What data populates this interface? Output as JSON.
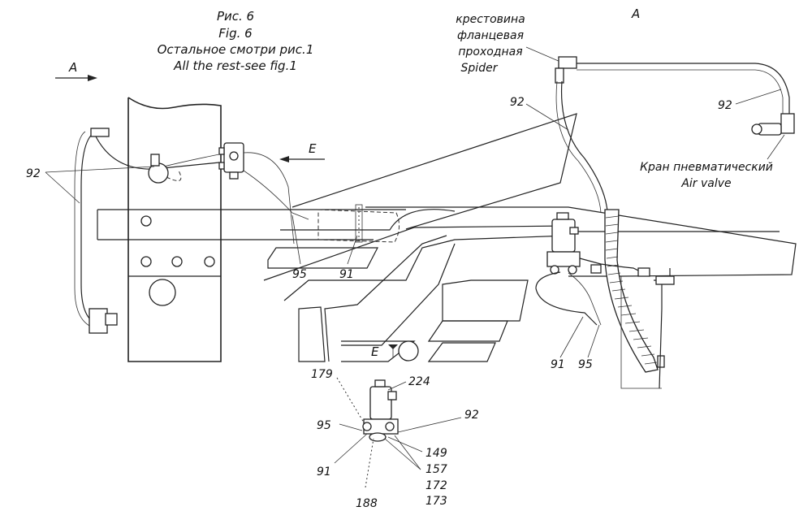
{
  "figure": {
    "title_ru": "Рис. 6",
    "title_en": "Fig. 6",
    "note_ru": "Остальное смотри рис.1",
    "note_en": "All the rest-see fig.1"
  },
  "views": {
    "view_a_left": "A",
    "view_a_right": "A",
    "view_e_arrow": "E",
    "view_e_mark": "E"
  },
  "callouts": {
    "spider_line1": "крестовина",
    "spider_line2": "фланцевая",
    "spider_line3": "проходная",
    "spider_en": "Spider",
    "air_valve_ru": "Кран пневматический",
    "air_valve_en": "Air valve",
    "left_92": "92",
    "mid_95": "95",
    "mid_91": "91",
    "right_92_upper": "92",
    "right_92_pipe": "92",
    "right_91": "91",
    "right_95": "95",
    "bottom_179": "179",
    "bottom_224": "224",
    "bottom_95": "95",
    "bottom_92": "92",
    "bottom_91": "91",
    "bottom_149": "149",
    "bottom_157": "157",
    "bottom_172": "172",
    "bottom_173": "173",
    "bottom_188": "188"
  }
}
